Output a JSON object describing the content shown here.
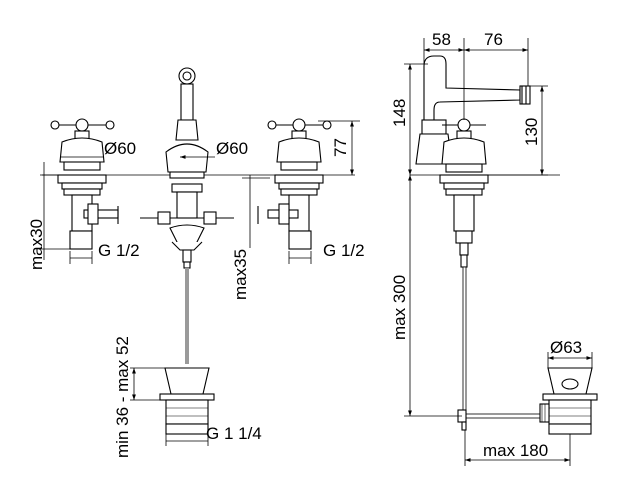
{
  "dimensions": {
    "d60_left": "Ø60",
    "d60_right": "Ø60",
    "h77": "77",
    "max30": "max30",
    "g12_left": "G 1/2",
    "max35": "max35",
    "g12_right": "G 1/2",
    "min36max52": "min 36 - max 52",
    "g114": "G 1 1/4",
    "w58": "58",
    "w76": "76",
    "h148": "148",
    "h130": "130",
    "max300": "max 300",
    "d63": "Ø63",
    "max180": "max 180"
  }
}
